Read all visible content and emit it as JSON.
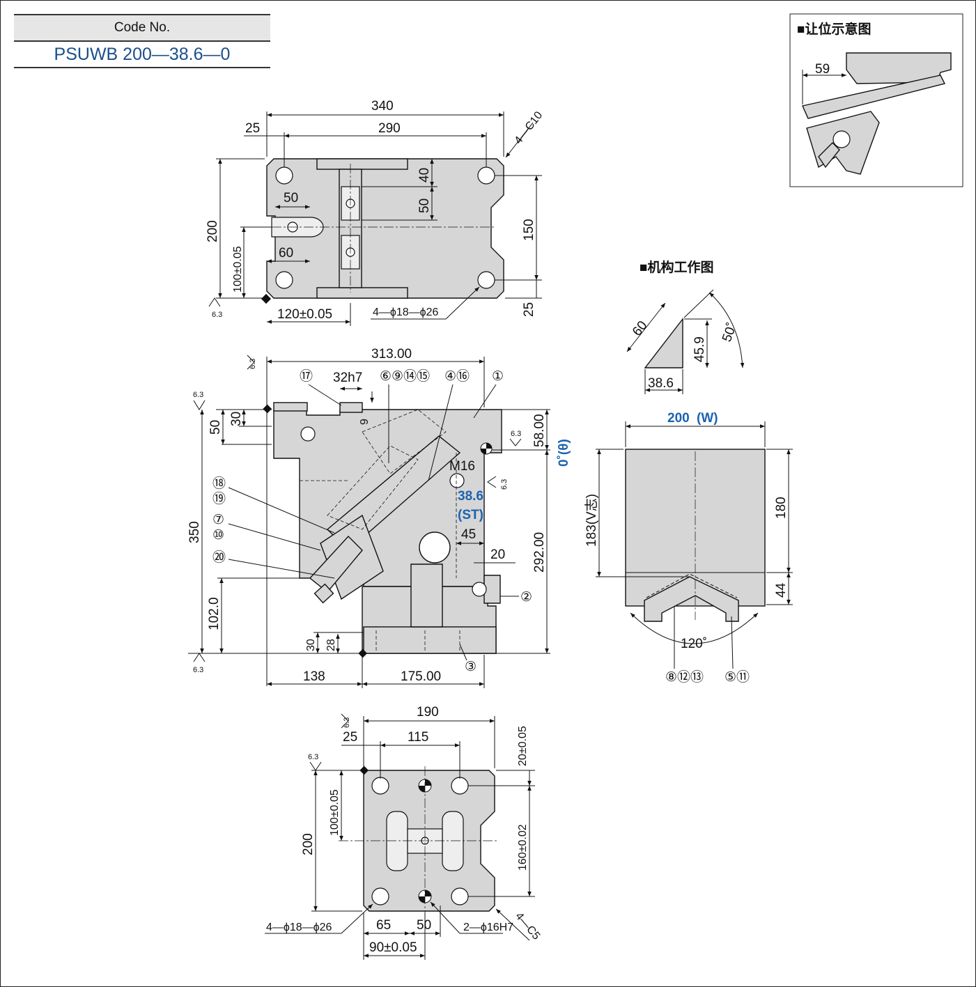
{
  "code_table": {
    "header": "Code No.",
    "value": "PSUWB 200—38.6—0"
  },
  "clearance_diagram": {
    "title": "■让位示意图",
    "dim": "59"
  },
  "mechanism_diagram": {
    "title": "■机构工作图",
    "dim_60": "60",
    "dim_45_9": "45.9",
    "dim_38_6": "38.6",
    "angle": "50˚"
  },
  "top_view": {
    "d340": "340",
    "d25": "25",
    "d290": "290",
    "chamfer": "4—C10",
    "d40": "40",
    "d50v": "50",
    "d50h": "50",
    "d60": "60",
    "d200": "200",
    "d100": "100±0.05",
    "d150": "150",
    "d25b": "25",
    "d120": "120±0.05",
    "holes": "4—ϕ18—ϕ26",
    "rough": "6.3"
  },
  "front_view": {
    "d313": "313.00",
    "d32h7": "32h7",
    "d9": "9",
    "d30": "30",
    "d50": "50",
    "d58": "58.00",
    "angle0": "0˚(θ)",
    "m16": "M16",
    "st_val": "38.6",
    "st_lbl": "(ST)",
    "d45": "45",
    "d20": "20",
    "d292": "292.00",
    "d350": "350",
    "d102": "102.0",
    "d30b": "30",
    "d28": "28",
    "d138": "138",
    "d175": "175.00",
    "rough": "6.3",
    "callouts": [
      "⑰",
      "⑥⑨⑭⑮",
      "④⑯",
      "①",
      "⑱",
      "⑲",
      "⑦",
      "⑩",
      "⑳",
      "②",
      "③"
    ]
  },
  "bottom_view": {
    "d190": "190",
    "d25": "25",
    "d115": "115",
    "d20": "20±0.05",
    "d200": "200",
    "d100": "100±0.05",
    "d160": "160±0.02",
    "holes": "4—ϕ18—ϕ26",
    "d65": "65",
    "d50": "50",
    "dowel": "2—ϕ16H7",
    "chamfer": "4—C5",
    "d90": "90±0.05",
    "rough": "6.3"
  },
  "side_view": {
    "width": "200",
    "width_w": "(W)",
    "d183": "183(V志)",
    "d180": "180",
    "d44": "44",
    "angle": "120˚",
    "callout_a": "⑧⑫⑬",
    "callout_b": "⑤⑪"
  }
}
